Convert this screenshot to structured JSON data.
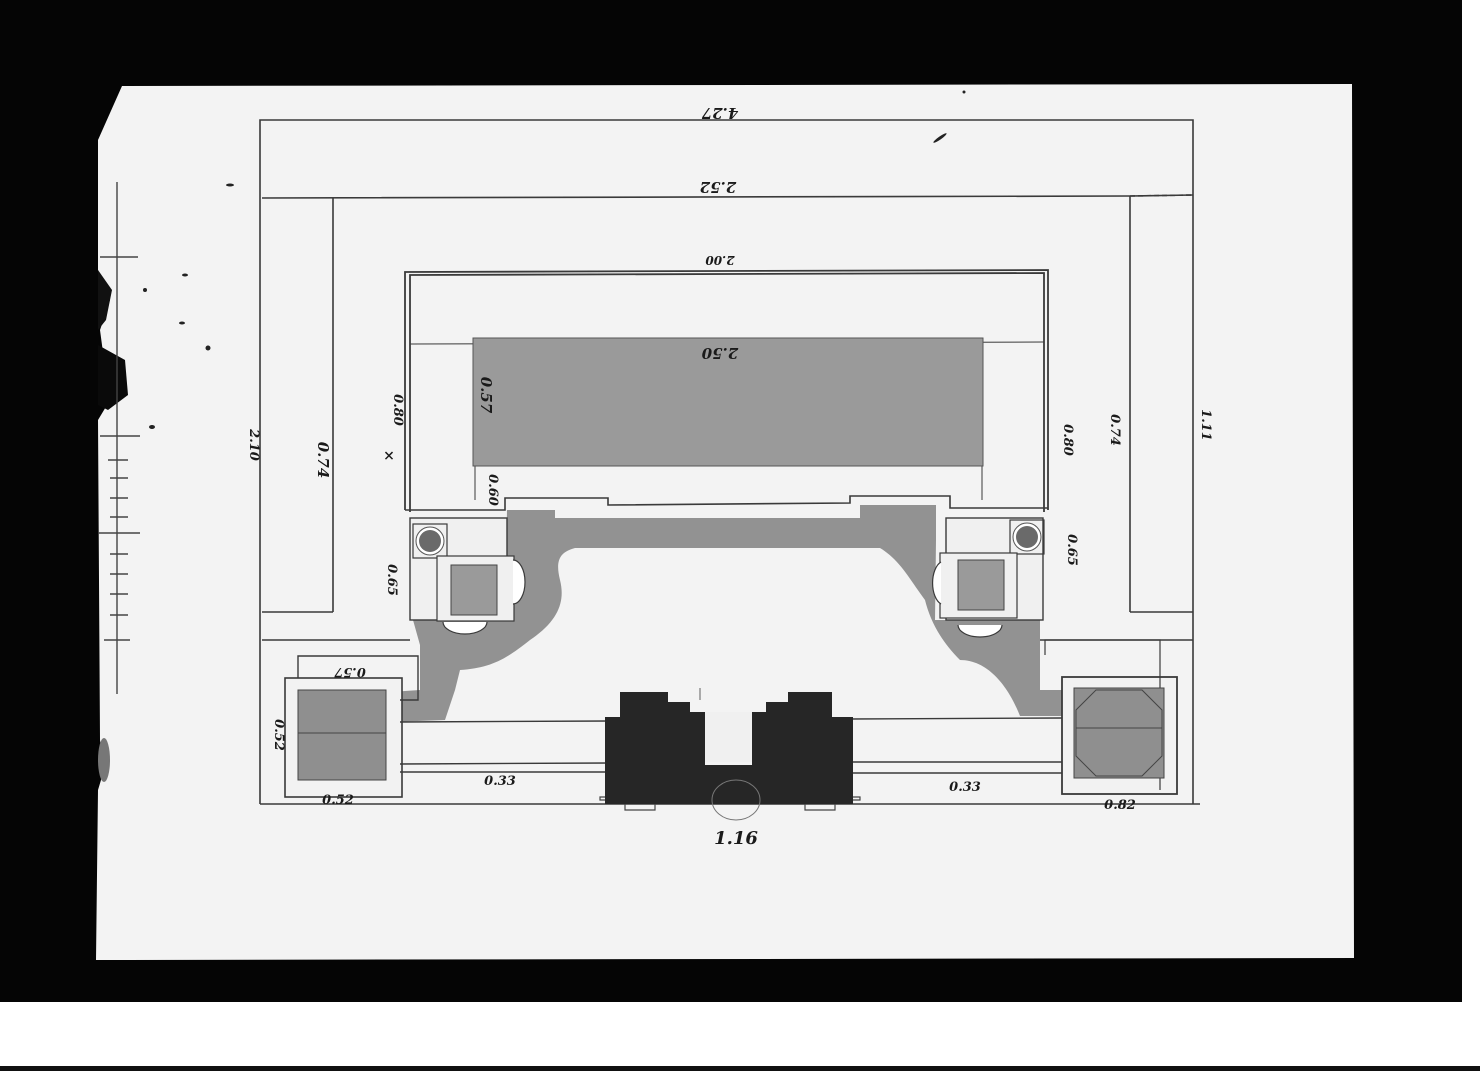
{
  "document": {
    "type": "architectural-plan",
    "title": "",
    "colors": {
      "mount": "#050505",
      "paper": "#f2f2f2",
      "line": "#3a3a3a",
      "wash_light": "#9a9a9a",
      "wash_mid": "#8a8a8a",
      "wash_dark": "#262626"
    }
  },
  "dimensions": {
    "outer_width": "4.27",
    "second_width": "2.52",
    "inner_width": "2.00",
    "basin_width": "2.50",
    "basin_depth": "0.57",
    "left_outer_height": "2.10",
    "left_mid_height": "0.74",
    "left_inner_height": "0.80",
    "left_inner_mark": "×",
    "right_inner_height": "0.80",
    "right_mid_height": "0.74",
    "right_outer_height": "1.11",
    "step_depth": "0.60",
    "left_pier": "0.65",
    "right_pier": "0.65",
    "left_pedestal_top": "0.57",
    "left_pedestal_side": "0.52",
    "left_pedestal_bottom": "0.52",
    "left_walk": "0.33",
    "right_walk": "0.33",
    "right_pedestal_bottom": "0.82",
    "center_block": "1.16"
  },
  "scale_bar": {
    "ticks": 11
  }
}
